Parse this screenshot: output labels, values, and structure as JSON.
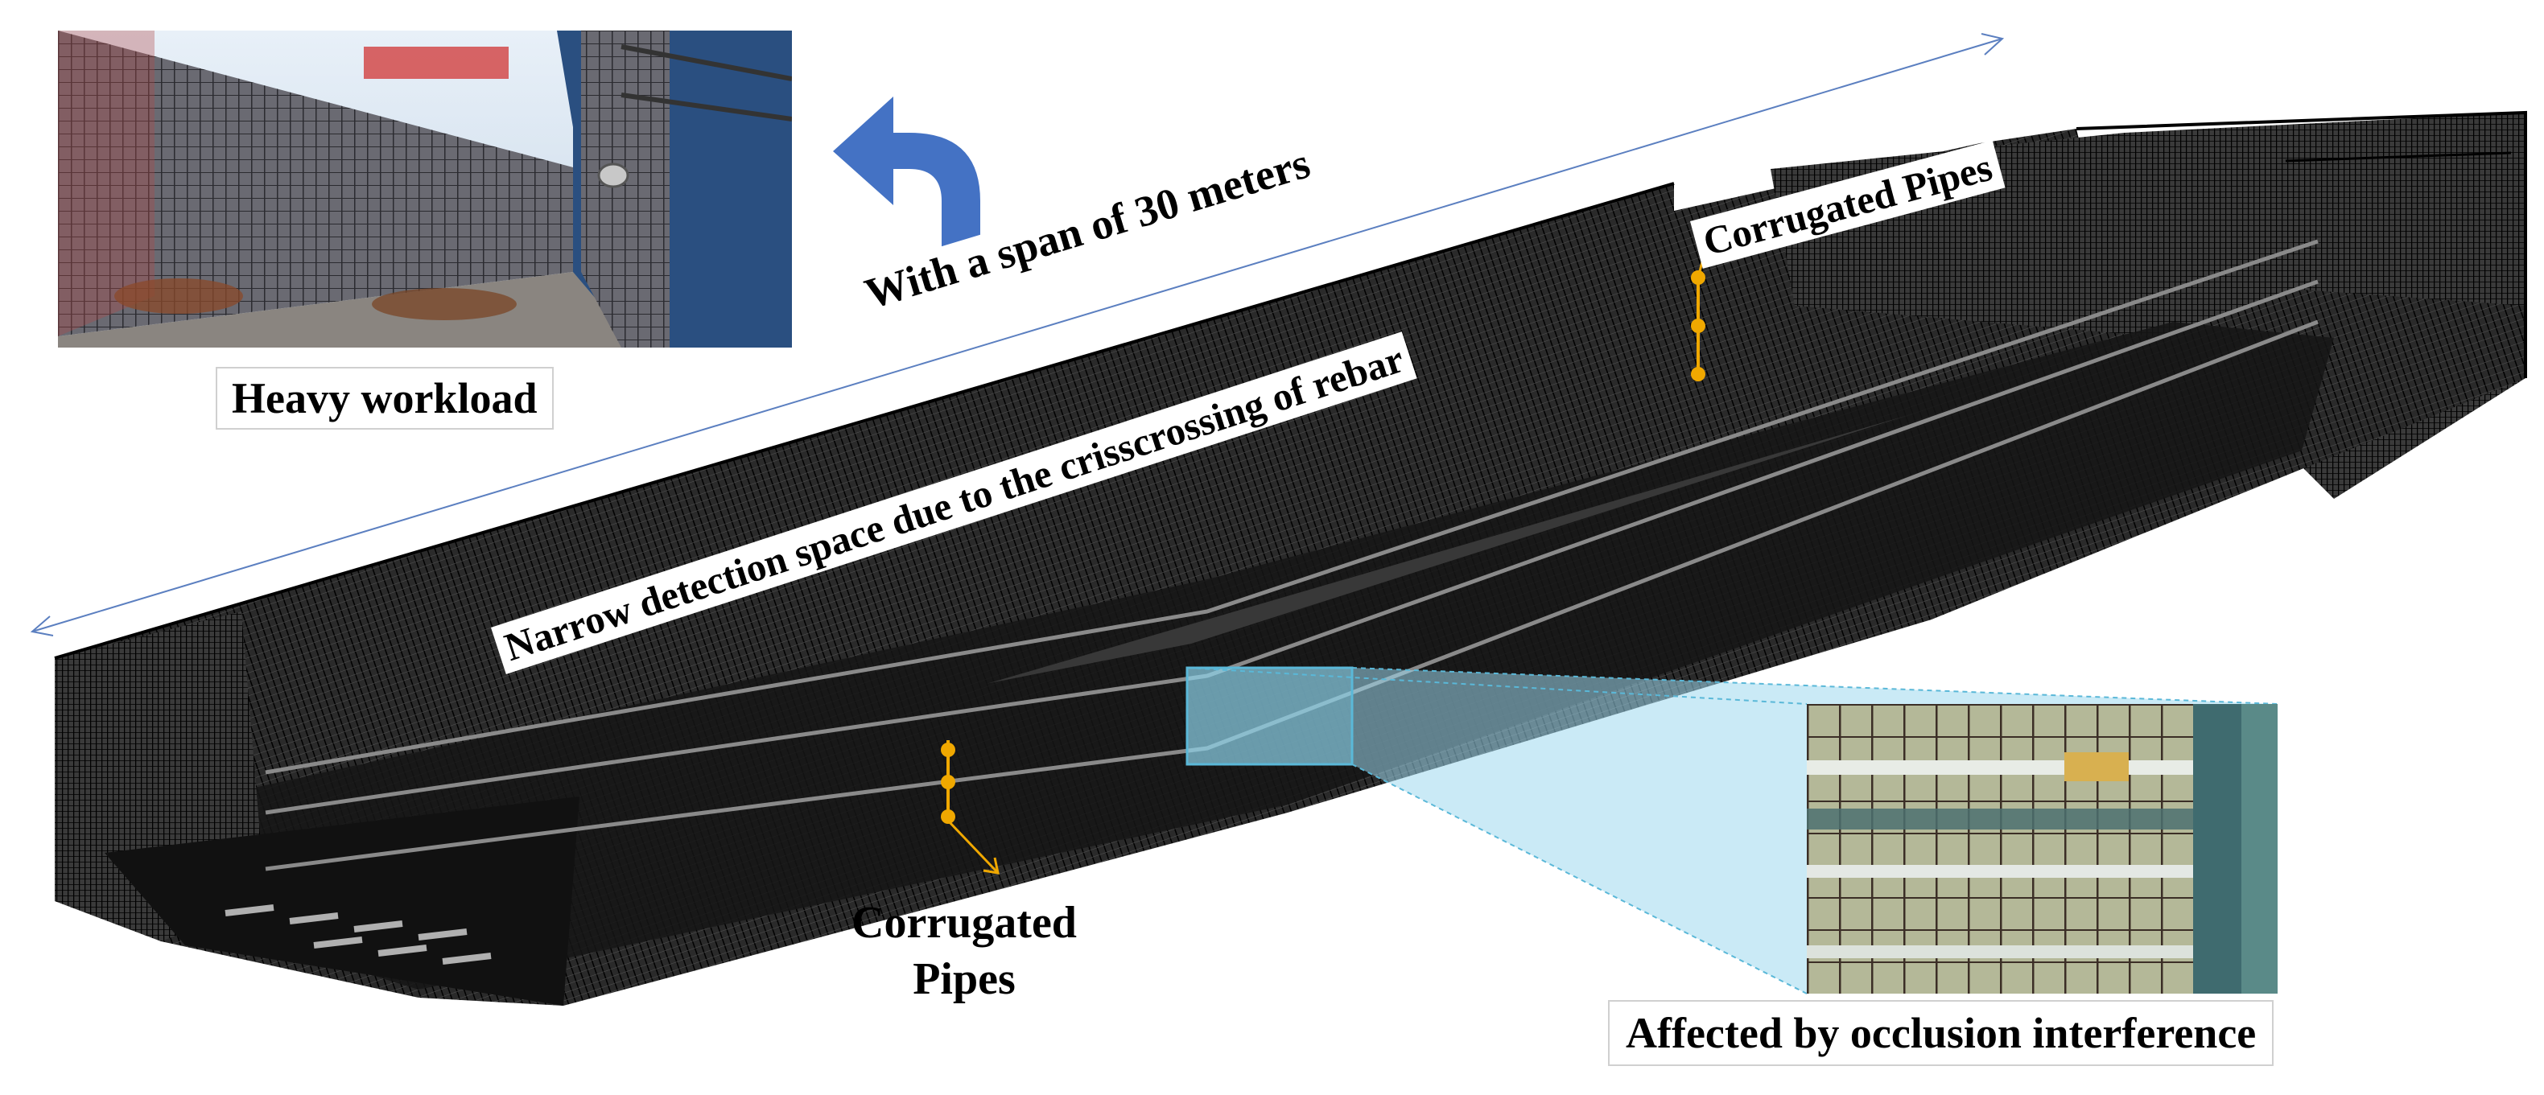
{
  "labels": {
    "heavy_workload": "Heavy workload",
    "span": "With a span of 30 meters",
    "narrow_space": "Narrow detection space due to the crisscrossing of rebar",
    "corrugated_top": "Corrugated Pipes",
    "corrugated_bottom_line1": "Corrugated",
    "corrugated_bottom_line2": "Pipes",
    "occlusion": "Affected by occlusion interference"
  },
  "colors": {
    "arrow_blue": "#4472c4",
    "dimension_line": "#5b7fc0",
    "pipe_marker": "#f0a800",
    "zoom_fill": "#9ed8ee",
    "zoom_stroke": "#5ab8d8",
    "rebar": "#1c1c1c"
  },
  "icons": {
    "turn_arrow": "turn-back-arrow-icon"
  }
}
